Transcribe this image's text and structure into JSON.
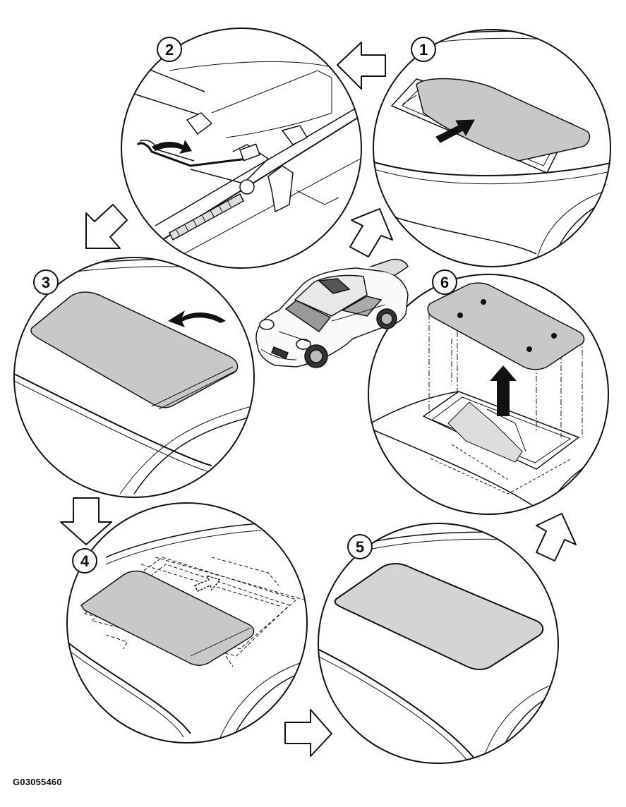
{
  "steps": [
    {
      "label": "1"
    },
    {
      "label": "2"
    },
    {
      "label": "3"
    },
    {
      "label": "4"
    },
    {
      "label": "5"
    },
    {
      "label": "6"
    }
  ],
  "figure_code": "G03055460",
  "colors": {
    "stroke": "#111111",
    "panel_fill": "#c8c8c8",
    "panel_fill_light": "#d4d4d4",
    "background": "#ffffff"
  }
}
